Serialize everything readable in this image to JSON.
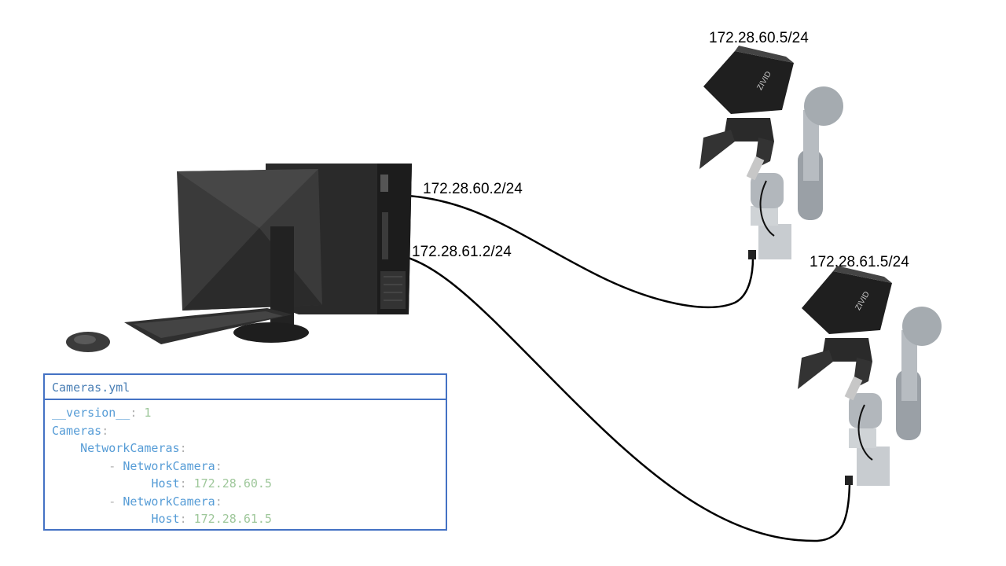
{
  "labels": {
    "pc_port_1": "172.28.60.2/24",
    "pc_port_2": "172.28.61.2/24",
    "camera_1": "172.28.60.5/24",
    "camera_2": "172.28.61.5/24"
  },
  "yml": {
    "filename": "Cameras.yml",
    "lines": [
      {
        "indent": "",
        "key": "__version__",
        "sep": ": ",
        "value": "1"
      },
      {
        "indent": "",
        "key": "Cameras",
        "sep": ":",
        "value": ""
      },
      {
        "indent": "    ",
        "key": "NetworkCameras",
        "sep": ":",
        "value": ""
      },
      {
        "indent": "        - ",
        "key": "NetworkCamera",
        "sep": ":",
        "value": ""
      },
      {
        "indent": "              ",
        "key": "Host",
        "sep": ": ",
        "value": "172.28.60.5"
      },
      {
        "indent": "        - ",
        "key": "NetworkCamera",
        "sep": ":",
        "value": ""
      },
      {
        "indent": "              ",
        "key": "Host",
        "sep": ": ",
        "value": "172.28.61.5"
      }
    ]
  },
  "colors": {
    "box_border": "#4472c4",
    "yml_key": "#569cd6",
    "yml_value": "#9ec79a",
    "yml_punct": "#b0b0b0",
    "cable": "#000000"
  },
  "icons": [
    "computer-tower-icon",
    "monitor-icon",
    "keyboard-icon",
    "mouse-icon",
    "robot-arm-icon",
    "zivid-camera-icon"
  ]
}
